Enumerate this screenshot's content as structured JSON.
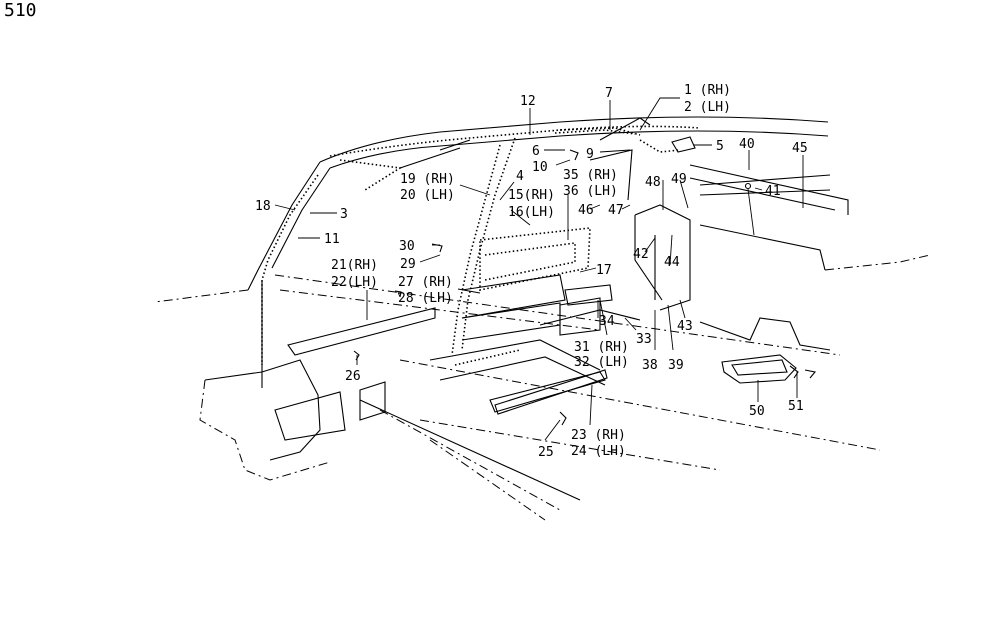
{
  "page_number": "510",
  "callouts": {
    "c1": "1 (RH)",
    "c2": "2 (LH)",
    "c3": "3",
    "c4": "4",
    "c5": "5",
    "c6": "6",
    "c7": "7",
    "c9": "9",
    "c10": "10",
    "c11": "11",
    "c12": "12",
    "c15": "15(RH)",
    "c16": "16(LH)",
    "c17": "17",
    "c18": "18",
    "c19": "19 (RH)",
    "c20": "20 (LH)",
    "c21": "21(RH)",
    "c22": "22(LH)",
    "c23": "23 (RH)",
    "c24": "24 (LH)",
    "c25": "25",
    "c26": "26",
    "c27": "27 (RH)",
    "c28": "28 (LH)",
    "c29": "29",
    "c30": "30",
    "c31": "31 (RH)",
    "c32": "32 (LH)",
    "c33": "33",
    "c34": "34",
    "c35": "35 (RH)",
    "c36": "36 (LH)",
    "c38": "38",
    "c39": "39",
    "c40": "40",
    "c41": "41",
    "c42": "42",
    "c43": "43",
    "c44": "44",
    "c45": "45",
    "c46": "46",
    "c47": "47",
    "c48": "48",
    "c49": "49",
    "c50": "50",
    "c51": "51"
  }
}
